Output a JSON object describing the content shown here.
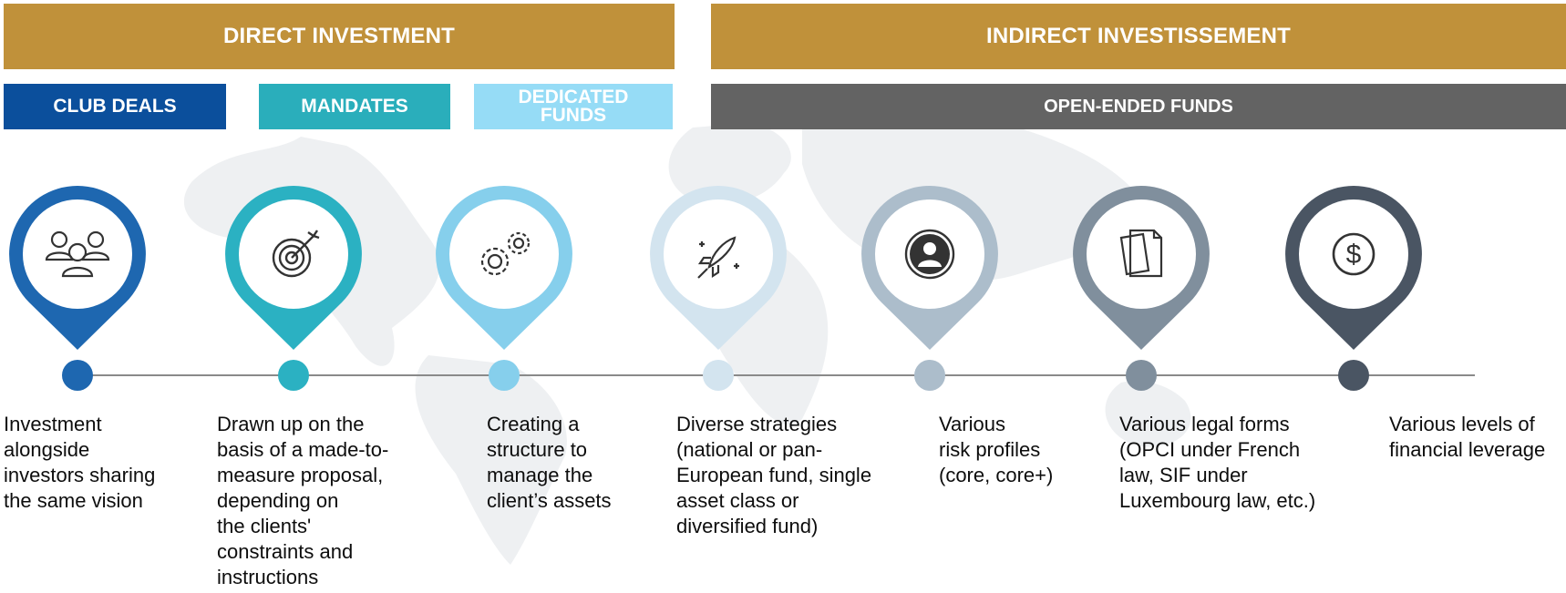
{
  "header": {
    "direct": "DIRECT INVESTMENT",
    "indirect": "INDIRECT INVESTISSEMENT"
  },
  "subheader": {
    "club_deals": "CLUB DEALS",
    "mandates": "MANDATES",
    "dedicated_funds": "DEDICATED\nFUNDS",
    "open_ended_funds": "OPEN-ENDED FUNDS"
  },
  "colors": {
    "gold": "#c0913a",
    "club_deals": "#0b4f9c",
    "mandates": "#2aaebb",
    "dedicated_funds": "#96dcf6",
    "open_ended_funds": "#636363"
  },
  "steps": [
    {
      "icon": "people-group-icon",
      "color": "#1e67b0",
      "text": "Investment\nalongside\ninvestors sharing\nthe same vision"
    },
    {
      "icon": "target-icon",
      "color": "#2bb1c2",
      "text": "Drawn up on the\nbasis of a made-to-\nmeasure proposal,\ndepending on\nthe clients'\nconstraints and\ninstructions"
    },
    {
      "icon": "gears-icon",
      "color": "#86cfec",
      "text": "Creating a\nstructure to\nmanage the\nclient’s assets"
    },
    {
      "icon": "rocket-icon",
      "color": "#d3e4ef",
      "text": "Diverse strategies\n(national or pan-\nEuropean fund, single\nasset class or\ndiversified fund)"
    },
    {
      "icon": "user-profile-icon",
      "color": "#acbdcb",
      "text": "Various\nrisk profiles\n(core, core+)"
    },
    {
      "icon": "documents-icon",
      "color": "#808f9d",
      "text": "Various legal forms\n(OPCI under French\nlaw, SIF under\nLuxembourg law, etc.)"
    },
    {
      "icon": "dollar-coin-icon",
      "color": "#4a5563",
      "text": "Various levels of\nfinancial leverage"
    }
  ]
}
